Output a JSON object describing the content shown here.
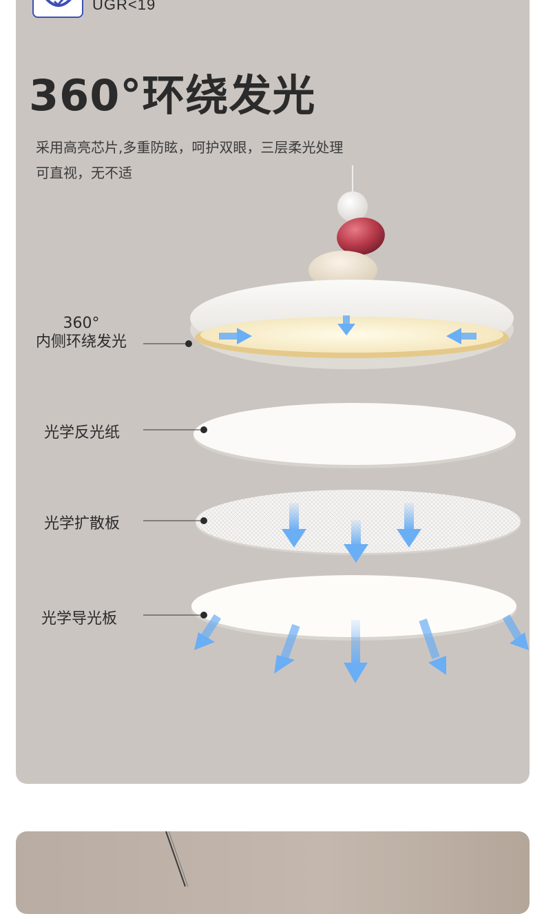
{
  "badge": {
    "text": "UGR<19",
    "icon": "eye-check-icon"
  },
  "headline": "360°环绕发光",
  "description": {
    "line1": "采用高亮芯片,多重防眩，呵护双眼，三层柔光处理",
    "line2": "可直视，无不适"
  },
  "layers": {
    "ring_line1": "360°",
    "ring_line2": "内侧环绕发光",
    "reflector": "光学反光纸",
    "diffuser": "光学扩散板",
    "guide": "光学导光板"
  },
  "colors": {
    "panel": "#cbc5c1",
    "arrow": "#6aaef5",
    "badge_border": "#3c4fb5",
    "bead_red": "#b83a4a",
    "lamp_white": "#f2f0ec"
  }
}
